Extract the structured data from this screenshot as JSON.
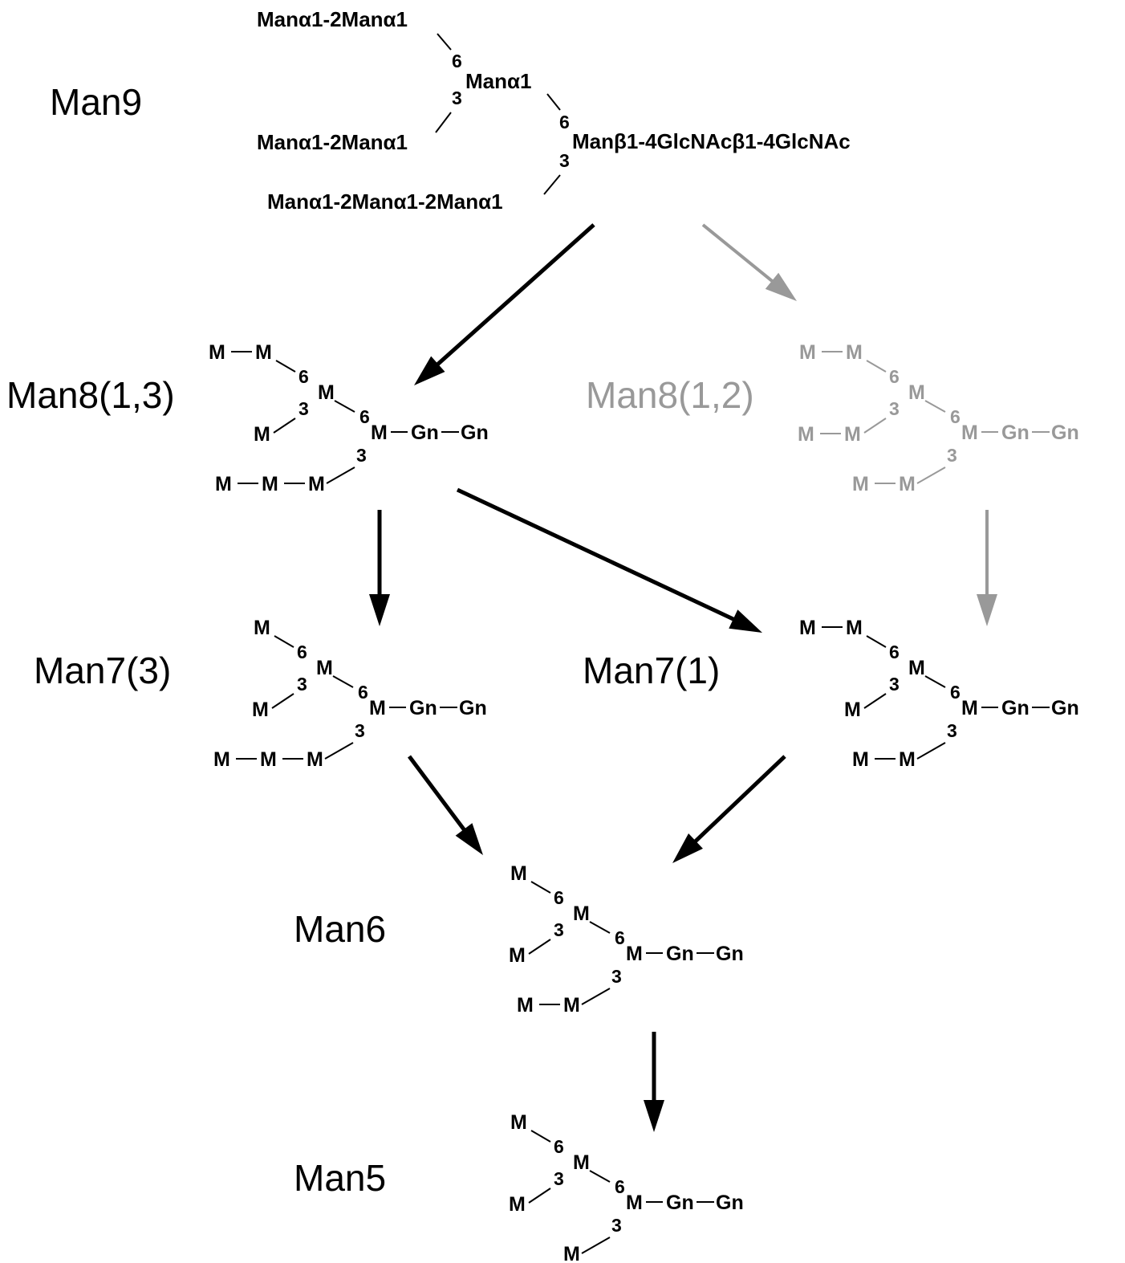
{
  "colors": {
    "ink": "#000000",
    "faded": "#999999"
  },
  "labels": {
    "man9": "Man9",
    "man8_13": "Man8(1,3)",
    "man8_12": "Man8(1,2)",
    "man7_3": "Man7(3)",
    "man7_1": "Man7(1)",
    "man6": "Man6",
    "man5": "Man5"
  },
  "man9": {
    "branch_a": "Manα1-2Manα1",
    "branch_b": "Manα1-2Manα1",
    "branch_c": "Manα1-2Manα1-2Manα1",
    "core_mannose": "Manα1",
    "core_chain": "Manβ1-4GlcNAcβ1-4GlcNAc",
    "link_6a": "6",
    "link_3a": "3",
    "link_6b": "6",
    "link_3b": "3"
  },
  "symbols": {
    "mannose": "M",
    "glcnac": "Gn",
    "link6": "6",
    "link3": "3"
  }
}
